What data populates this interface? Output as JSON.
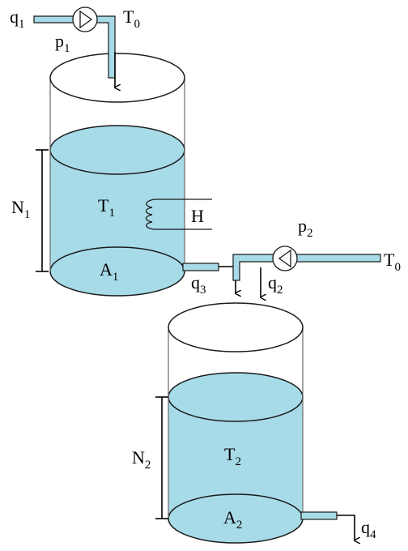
{
  "tank1": {
    "inflow": {
      "main": "q",
      "sub": "1"
    },
    "pump": {
      "main": "p",
      "sub": "1"
    },
    "inlet_temp": {
      "main": "T",
      "sub": "0"
    },
    "level": {
      "main": "N",
      "sub": "1"
    },
    "temperature": {
      "main": "T",
      "sub": "1"
    },
    "heater": "H",
    "area": {
      "main": "A",
      "sub": "1"
    },
    "outflow": {
      "main": "q",
      "sub": "3"
    }
  },
  "tank2": {
    "pump": {
      "main": "p",
      "sub": "2"
    },
    "inflow": {
      "main": "q",
      "sub": "2"
    },
    "inlet_temp": {
      "main": "T",
      "sub": "0"
    },
    "level": {
      "main": "N",
      "sub": "2"
    },
    "temperature": {
      "main": "T",
      "sub": "2"
    },
    "area": {
      "main": "A",
      "sub": "2"
    },
    "outflow": {
      "main": "q",
      "sub": "4"
    }
  },
  "colors": {
    "liquid": "#a7dbe8",
    "outline": "#1a1a1a",
    "cylinder_line": "#6a6a6a"
  }
}
